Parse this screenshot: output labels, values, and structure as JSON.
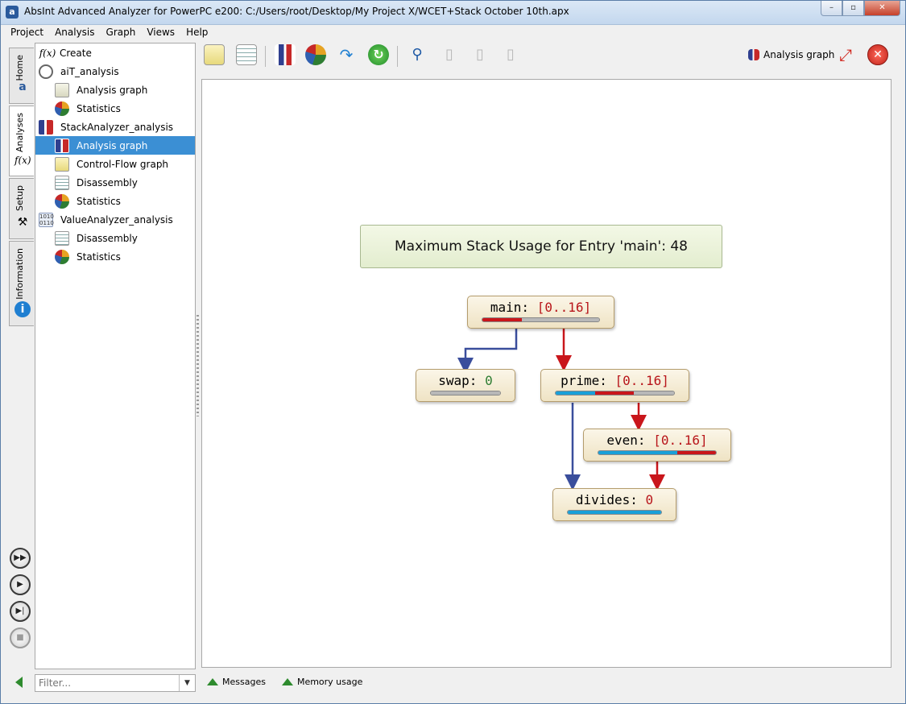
{
  "window": {
    "title": "AbsInt Advanced Analyzer for PowerPC e200: C:/Users/root/Desktop/My Project X/WCET+Stack October 10th.apx",
    "min": "–",
    "max": "▫",
    "close": "✕"
  },
  "menu": [
    "Project",
    "Analysis",
    "Graph",
    "Views",
    "Help"
  ],
  "vtabs": [
    "Home",
    "Analyses",
    "Setup",
    "Information"
  ],
  "tree": [
    {
      "label": "Create",
      "icon": "fx-icon",
      "indent": 0
    },
    {
      "label": "aiT_analysis",
      "icon": "stopwatch-icon",
      "indent": 0
    },
    {
      "label": "Analysis graph",
      "icon": "analysis-graph-icon",
      "indent": 1
    },
    {
      "label": "Statistics",
      "icon": "statistics-icon",
      "indent": 1
    },
    {
      "label": "StackAnalyzer_analysis",
      "icon": "stack-icon",
      "indent": 0
    },
    {
      "label": "Analysis graph",
      "icon": "analysis-graph-icon",
      "indent": 1,
      "selected": true
    },
    {
      "label": "Control-Flow graph",
      "icon": "control-flow-icon",
      "indent": 1
    },
    {
      "label": "Disassembly",
      "icon": "disassembly-icon",
      "indent": 1
    },
    {
      "label": "Statistics",
      "icon": "statistics-icon",
      "indent": 1
    },
    {
      "label": "ValueAnalyzer_analysis",
      "icon": "value-analyzer-icon",
      "indent": 0
    },
    {
      "label": "Disassembly",
      "icon": "disassembly-icon",
      "indent": 1
    },
    {
      "label": "Statistics",
      "icon": "statistics-icon",
      "indent": 1
    }
  ],
  "filter": {
    "placeholder": "Filter..."
  },
  "status": {
    "messages": "Messages",
    "memory": "Memory usage"
  },
  "toolbar": {
    "view_label": "Analysis graph"
  },
  "graph": {
    "summary": "Maximum Stack Usage for Entry 'main': 48",
    "nodes": {
      "main": {
        "name": "main:",
        "range": "[0..16]"
      },
      "swap": {
        "name": "swap:",
        "range": "0"
      },
      "prime": {
        "name": "prime:",
        "range": "[0..16]"
      },
      "even": {
        "name": "even:",
        "range": "[0..16]"
      },
      "divides": {
        "name": "divides:",
        "range": "0"
      }
    }
  },
  "colors": {
    "selection": "#3b8fd4",
    "call_edge_blue": "#3a4e9c",
    "call_edge_red": "#c9161b",
    "range_red": "#b8151a",
    "range_green": "#2e7d32"
  }
}
